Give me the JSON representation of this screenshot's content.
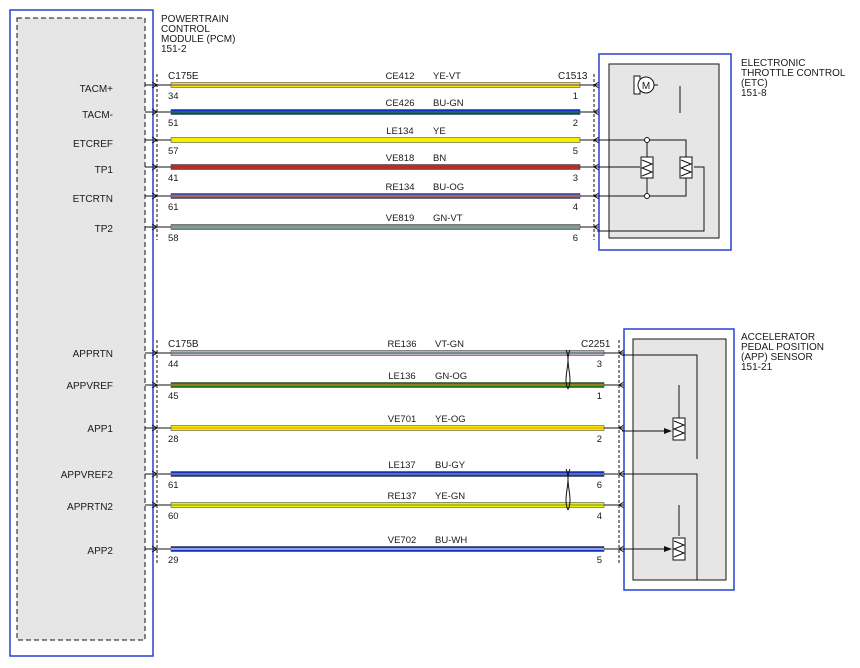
{
  "pcm": {
    "title_lines": [
      "POWERTRAIN",
      "CONTROL",
      "MODULE (PCM)",
      "151-2"
    ],
    "pins": [
      "TACM+",
      "TACM-",
      "ETCREF",
      "TP1",
      "ETCRTN",
      "TP2",
      "APPRTN",
      "APPVREF",
      "APP1",
      "APPVREF2",
      "APPRTN2",
      "APP2"
    ]
  },
  "etc": {
    "title_lines": [
      "ELECTRONIC",
      "THROTTLE CONTROL",
      "(ETC)",
      "151-8"
    ],
    "connector_left": "C175E",
    "connector_right": "C1513",
    "motor_symbol": "M"
  },
  "app": {
    "title_lines": [
      "ACCELERATOR",
      "PEDAL POSITION",
      "(APP) SENSOR",
      "151-21"
    ],
    "connector_left": "C175B",
    "connector_right": "C2251"
  },
  "wires": [
    {
      "circuit": "CE412",
      "color_code": "YE-VT",
      "left_pin": "34",
      "right_pin": "1",
      "color": "#f2f000",
      "stripe": "#8a4aa8"
    },
    {
      "circuit": "CE426",
      "color_code": "BU-GN",
      "left_pin": "51",
      "right_pin": "2",
      "color": "#1030c8",
      "stripe": "#1a8a2a"
    },
    {
      "circuit": "LE134",
      "color_code": "YE",
      "left_pin": "57",
      "right_pin": "5",
      "color": "#f2f000",
      "stripe": ""
    },
    {
      "circuit": "VE818",
      "color_code": "BN",
      "left_pin": "41",
      "right_pin": "3",
      "color": "#b0302a",
      "stripe": ""
    },
    {
      "circuit": "RE134",
      "color_code": "BU-OG",
      "left_pin": "61",
      "right_pin": "4",
      "color": "#4a4aa8",
      "stripe": "#e87a20"
    },
    {
      "circuit": "VE819",
      "color_code": "GN-VT",
      "left_pin": "58",
      "right_pin": "6",
      "color": "#6a9a70",
      "stripe": "#b08ac8"
    },
    {
      "circuit": "RE136",
      "color_code": "VT-GN",
      "left_pin": "44",
      "right_pin": "3",
      "color": "#c8a0d8",
      "stripe": "#3a8a3a"
    },
    {
      "circuit": "LE136",
      "color_code": "GN-OG",
      "left_pin": "45",
      "right_pin": "1",
      "color": "#1a7a1a",
      "stripe": "#e87a20"
    },
    {
      "circuit": "VE701",
      "color_code": "YE-OG",
      "left_pin": "28",
      "right_pin": "2",
      "color": "#f2f000",
      "stripe": "#f0a000"
    },
    {
      "circuit": "LE137",
      "color_code": "BU-GY",
      "left_pin": "61",
      "right_pin": "6",
      "color": "#1030c8",
      "stripe": "#909090"
    },
    {
      "circuit": "RE137",
      "color_code": "YE-GN",
      "left_pin": "60",
      "right_pin": "4",
      "color": "#f2f000",
      "stripe": "#7aa83a"
    },
    {
      "circuit": "VE702",
      "color_code": "BU-WH",
      "left_pin": "29",
      "right_pin": "5",
      "color": "#1030c8",
      "stripe": "#e8e8f8"
    }
  ]
}
